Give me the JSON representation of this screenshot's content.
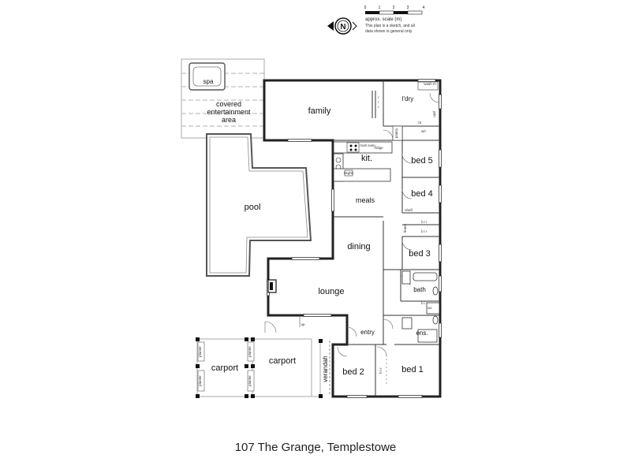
{
  "scale": {
    "ticks": [
      "0",
      "1",
      "2",
      "3",
      "4"
    ],
    "caption": "approx. scale (m)",
    "note_line1": "This plan is a sketch, and all",
    "note_line2": "data shown is general only."
  },
  "compass_letter": "N",
  "rooms": {
    "spa": "spa",
    "covered_line1": "covered",
    "covered_line2": "entertainment",
    "covered_line3": "area",
    "family": "family",
    "laundry": "l'dry",
    "kitchen": "kit.",
    "pool": "pool",
    "meals": "meals",
    "bed5": "bed 5",
    "bed4": "bed 4",
    "bed3": "bed 3",
    "bath": "bath",
    "dining": "dining",
    "lounge": "lounge",
    "entry": "entry",
    "ensuite": "ens.",
    "carport1": "carport",
    "carport2": "carport",
    "verandah": "verandah",
    "bed2": "bed 2",
    "bed1": "bed 1"
  },
  "labels": {
    "wash_m": "wash m",
    "cpd": "cpd",
    "ctr": "ctr",
    "wir": "w/r",
    "pantry": "pantry",
    "fridge": "fridge",
    "multi": "mult oven",
    "bkgfst": "bkgfst",
    "robe1": "r",
    "robe2": "r",
    "robe3": "r",
    "shelf": "shelf",
    "linen": "linen",
    "bir4": "b i r",
    "bir3": "b i r",
    "bir3b": "b i r",
    "bir1": "b i r",
    "wc": "wc",
    "up": "up",
    "planter1": "planter",
    "planter2": "planter",
    "planter3": "planter",
    "planter4": "planter"
  },
  "address": "107 The Grange, Templestowe"
}
